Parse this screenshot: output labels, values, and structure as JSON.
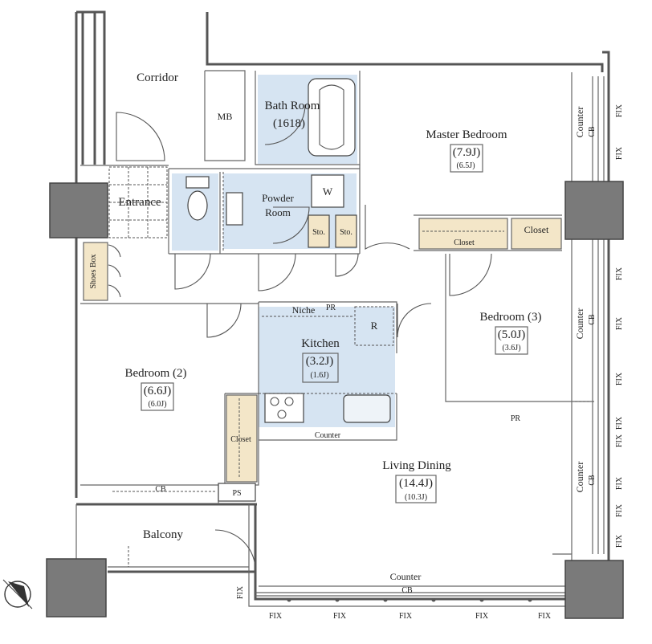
{
  "rooms": {
    "corridor": "Corridor",
    "mb": "MB",
    "bath_room": "Bath Room",
    "bath_size": "(1618)",
    "master_bedroom": "Master Bedroom",
    "master_area_j": "(7.9J)",
    "master_area_sub": "(6.5J)",
    "entrance": "Entrance",
    "powder_room_1": "Powder",
    "powder_room_2": "Room",
    "washer": "W",
    "storage_a": "Sto.",
    "storage_b": "Sto.",
    "closet_master": "Closet",
    "closet_right": "Closet",
    "shoes_box": "Shoes Box",
    "niche": "Niche",
    "pr_top": "PR",
    "kitchen": "Kitchen",
    "kitchen_area_j": "(3.2J)",
    "kitchen_area_sub": "(1.6J)",
    "refrigerator": "R",
    "kitchen_counter": "Counter",
    "bedroom3": "Bedroom (3)",
    "bedroom3_area_j": "(5.0J)",
    "bedroom3_area_sub": "(3.6J)",
    "pr_mid": "PR",
    "bedroom2": "Bedroom (2)",
    "bedroom2_area_j": "(6.6J)",
    "bedroom2_area_sub": "(6.0J)",
    "closet_bed2": "Closet",
    "cb_bed2": "CB",
    "ps": "PS",
    "living_dining": "Living Dining",
    "living_area_j": "(14.4J)",
    "living_area_sub": "(10.3J)",
    "balcony": "Balcony",
    "counter_bottom": "Counter",
    "cb_bottom": "CB"
  },
  "right_side": {
    "counter_1": "Counter",
    "cb_1": "CB",
    "counter_2": "Counter",
    "cb_2": "CB",
    "counter_3": "Counter",
    "cb_3": "CB",
    "fix_labels": [
      "FIX",
      "FIX",
      "FIX",
      "FIX",
      "FIX",
      "FIX",
      "FIX",
      "FIX",
      "FIX",
      "FIX"
    ]
  },
  "bottom_side": {
    "fix_left": "FIX",
    "fix_labels": [
      "FIX",
      "FIX",
      "FIX",
      "FIX",
      "FIX"
    ]
  },
  "colors": {
    "wet_area": "#d6e4f2",
    "closet": "#f3e6c8",
    "column": "#7a7a7a"
  }
}
